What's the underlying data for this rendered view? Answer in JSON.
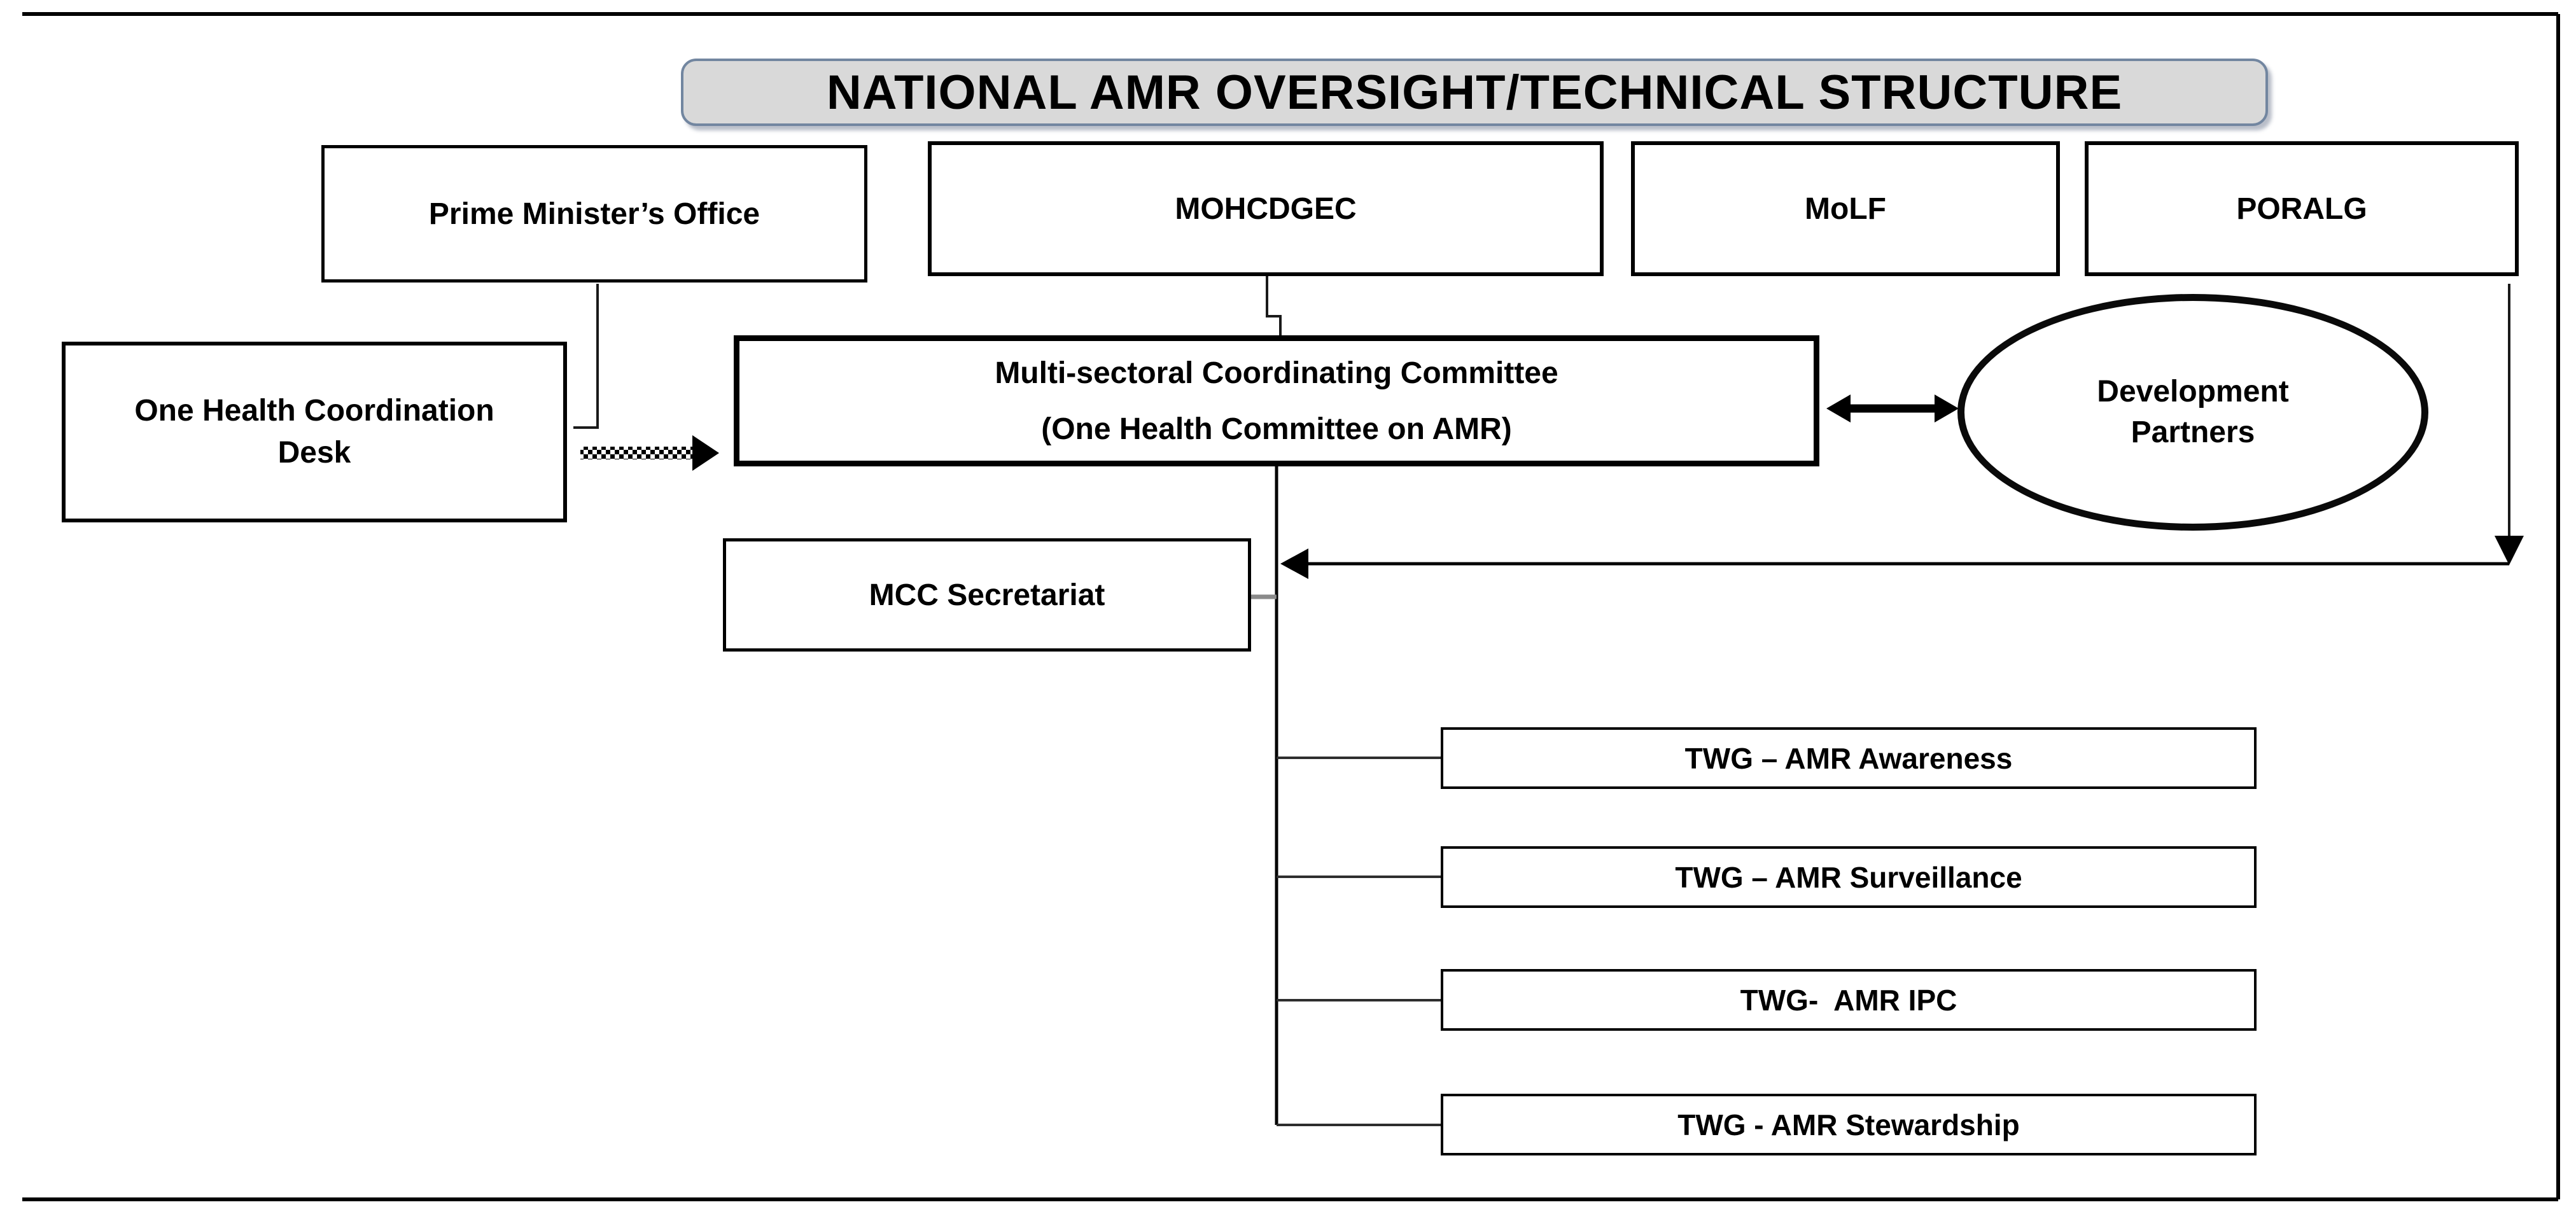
{
  "page": {
    "background_color": "#ffffff",
    "line_color": "#000000"
  },
  "title_banner": {
    "text": "NATIONAL AMR OVERSIGHT/TECHNICAL STRUCTURE",
    "fill_color": "#d9d9d9",
    "border_color": "#7286a0"
  },
  "nodes": {
    "pm_office": {
      "label": "Prime Minister’s Office"
    },
    "mohcdgec": {
      "label": "MOHCDGEC"
    },
    "molf": {
      "label": "MoLF"
    },
    "poralg": {
      "label": "PORALG"
    },
    "one_health_desk": {
      "line1": "One Health Coordination",
      "line2": "Desk"
    },
    "mcc": {
      "line1": "Multi-sectoral Coordinating Committee",
      "line2": "(One Health Committee on AMR)"
    },
    "development_partners": {
      "line1": "Development",
      "line2": "Partners"
    },
    "mcc_secretariat": {
      "label": "MCC Secretariat"
    },
    "twg_awareness": {
      "label": "TWG – AMR Awareness"
    },
    "twg_surveillance": {
      "label": "TWG – AMR Surveillance"
    },
    "twg_ipc": {
      "label": "TWG-  AMR IPC"
    },
    "twg_stewardship": {
      "label": "TWG - AMR Stewardship"
    }
  },
  "edges": [
    {
      "from": "pm_office",
      "to": "one_health_desk",
      "style": "elbow-line"
    },
    {
      "from": "mohcdgec",
      "to": "mcc",
      "style": "stepped-line"
    },
    {
      "from": "one_health_desk",
      "to": "mcc",
      "style": "thick-hatched-arrow-right"
    },
    {
      "from": "mcc",
      "to": "development_partners",
      "style": "thick-double-headed-arrow"
    },
    {
      "from": "poralg",
      "to": "mcc_trunk_junction",
      "style": "down-arrow-then-left-arrow"
    },
    {
      "from": "mcc",
      "to": "mcc_secretariat",
      "style": "trunk-stub"
    },
    {
      "from": "mcc",
      "to": "twg_awareness",
      "style": "trunk-branch"
    },
    {
      "from": "mcc",
      "to": "twg_surveillance",
      "style": "trunk-branch"
    },
    {
      "from": "mcc",
      "to": "twg_ipc",
      "style": "trunk-branch"
    },
    {
      "from": "mcc",
      "to": "twg_stewardship",
      "style": "trunk-branch"
    }
  ]
}
